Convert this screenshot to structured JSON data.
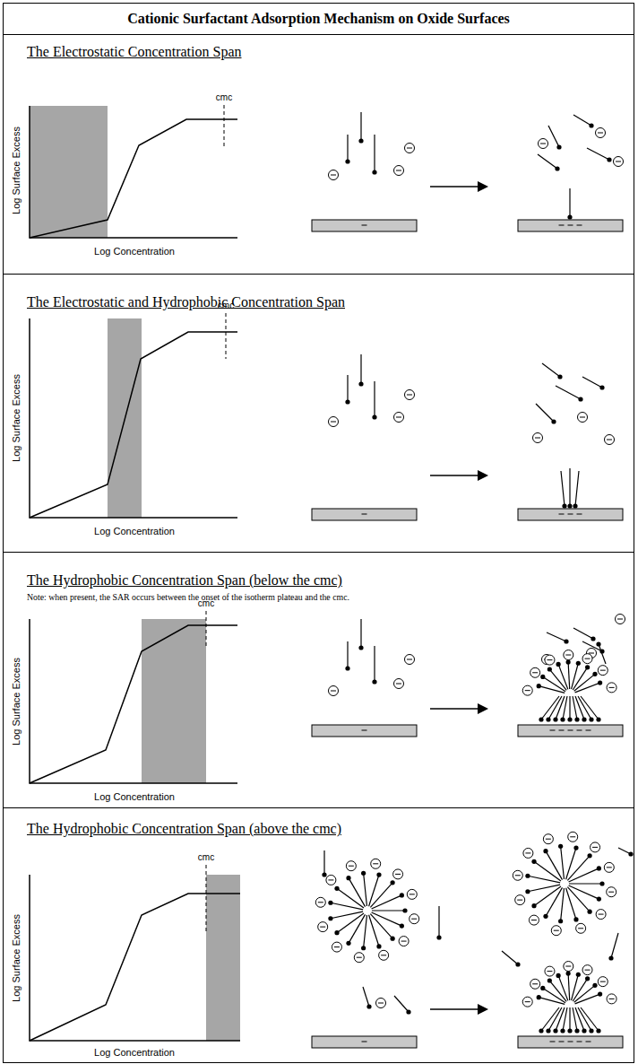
{
  "diagram": {
    "title": "Cationic Surfactant Adsorption Mechanism on Oxide Surfaces",
    "nodes": [
      {
        "text": [
          "The Electrostatic Concentration Span"
        ]
      },
      {
        "text": [
          "The Electrostatic and Hydrophobic Concentration Span"
        ]
      },
      {
        "text": [
          "The Hydrophobic Concentration Span (below the cmc)",
          "Note: when present, the SAR occurs between the onset of the isotherm plateau and the cmc."
        ]
      },
      {
        "text": [
          "The Hydrophobic Concentration Span (above the cmc)"
        ]
      }
    ],
    "labels": [
      "cmc",
      "Log Surface Excess",
      "Log Concentration",
      "cmc",
      "Log Surface Excess",
      "Log Concentration",
      "cmc",
      "Log Surface Excess",
      "Log Concentration",
      "cmc",
      "Log Surface Excess",
      "Log Concentration"
    ]
  }
}
